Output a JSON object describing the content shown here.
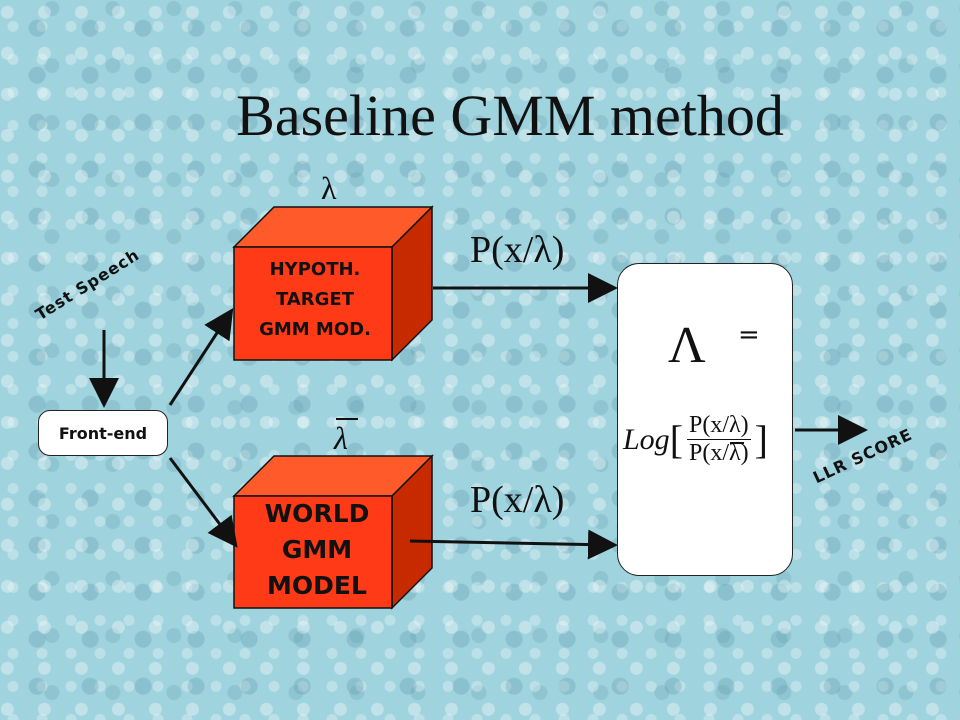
{
  "title": "Baseline GMM method",
  "diagram": {
    "test_speech": "Test Speech",
    "front_end": "Front-end",
    "hypoth_box": [
      "HYPOTH.",
      "TARGET",
      "GMM MOD."
    ],
    "world_box": [
      "WORLD",
      "GMM",
      "MODEL"
    ],
    "lambda_symbol": "λ",
    "lambda_bar_symbol": "λ",
    "p_top": "P(x/λ)",
    "p_bottom": "P(x/λ)",
    "big_lambda": "Λ",
    "equals": "=",
    "log_label": "Log",
    "frac_num": "P(x/λ)",
    "frac_den_prefix": "P(x/",
    "frac_den_lambda": "λ",
    "frac_den_suffix": ")",
    "llr_score": "LLR SCORE",
    "box_color": "#ff3a17",
    "box_side_color": "#c82a00"
  }
}
